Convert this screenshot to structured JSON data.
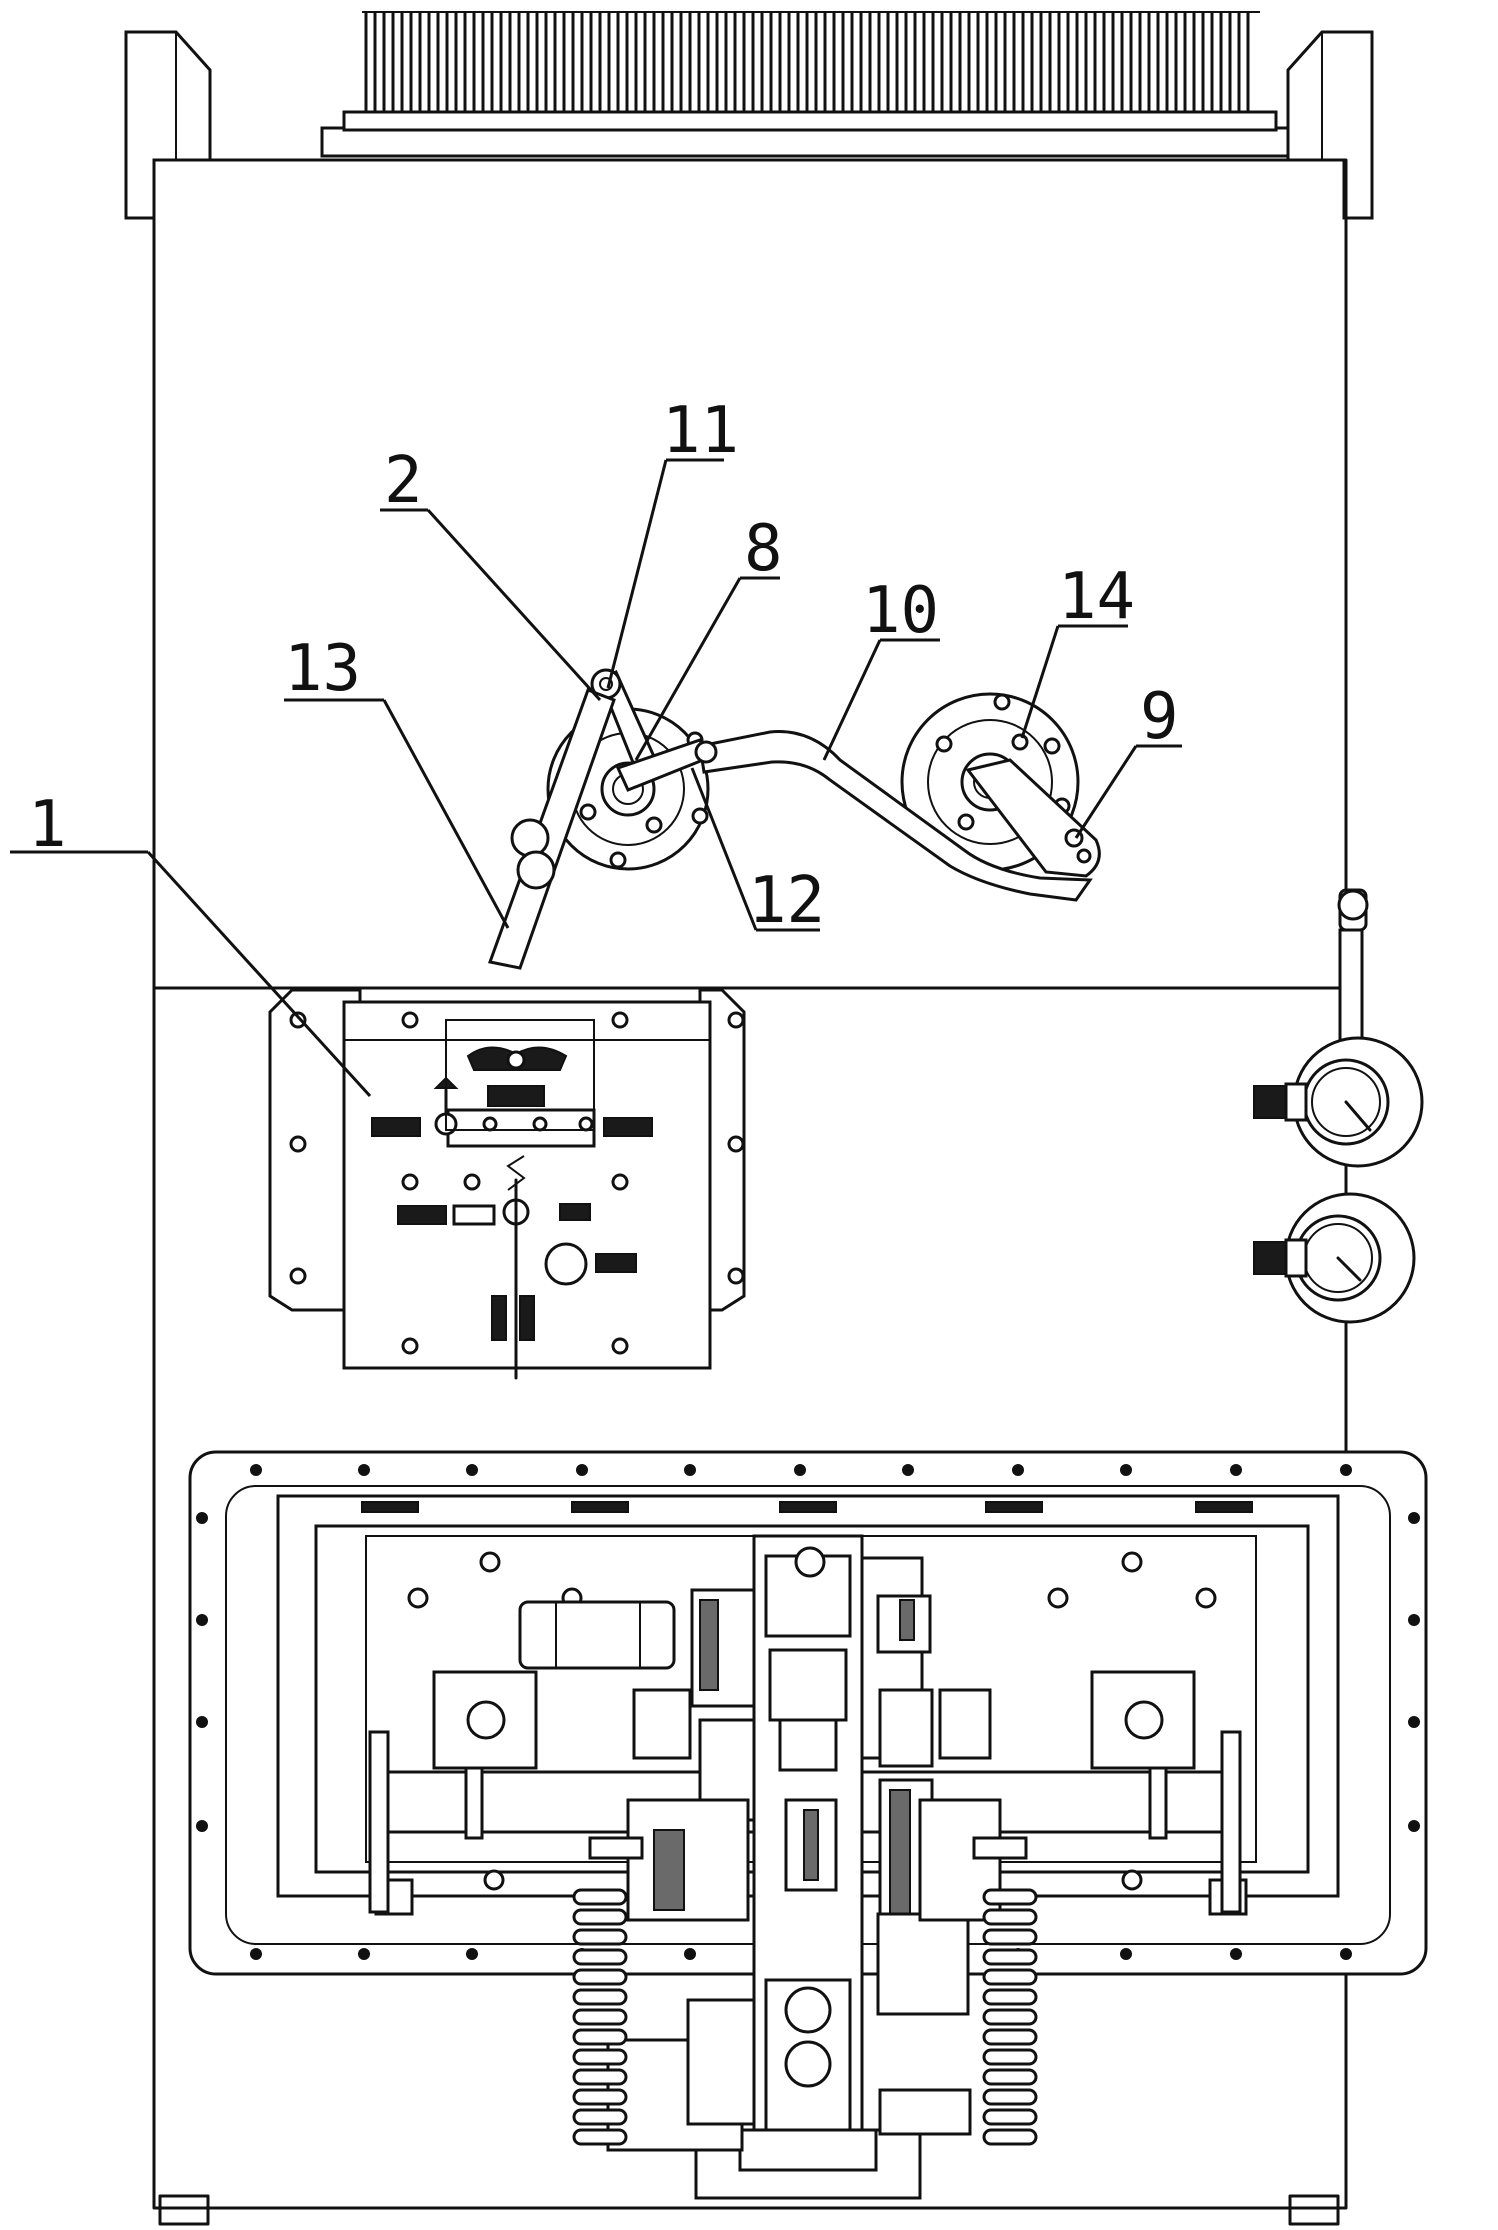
{
  "labels": [
    {
      "id": "1",
      "text": "1"
    },
    {
      "id": "2",
      "text": "2"
    },
    {
      "id": "8",
      "text": "8"
    },
    {
      "id": "9",
      "text": "9"
    },
    {
      "id": "10",
      "text": "10"
    },
    {
      "id": "11",
      "text": "11"
    },
    {
      "id": "12",
      "text": "12"
    },
    {
      "id": "13",
      "text": "13"
    },
    {
      "id": "14",
      "text": "14"
    }
  ]
}
